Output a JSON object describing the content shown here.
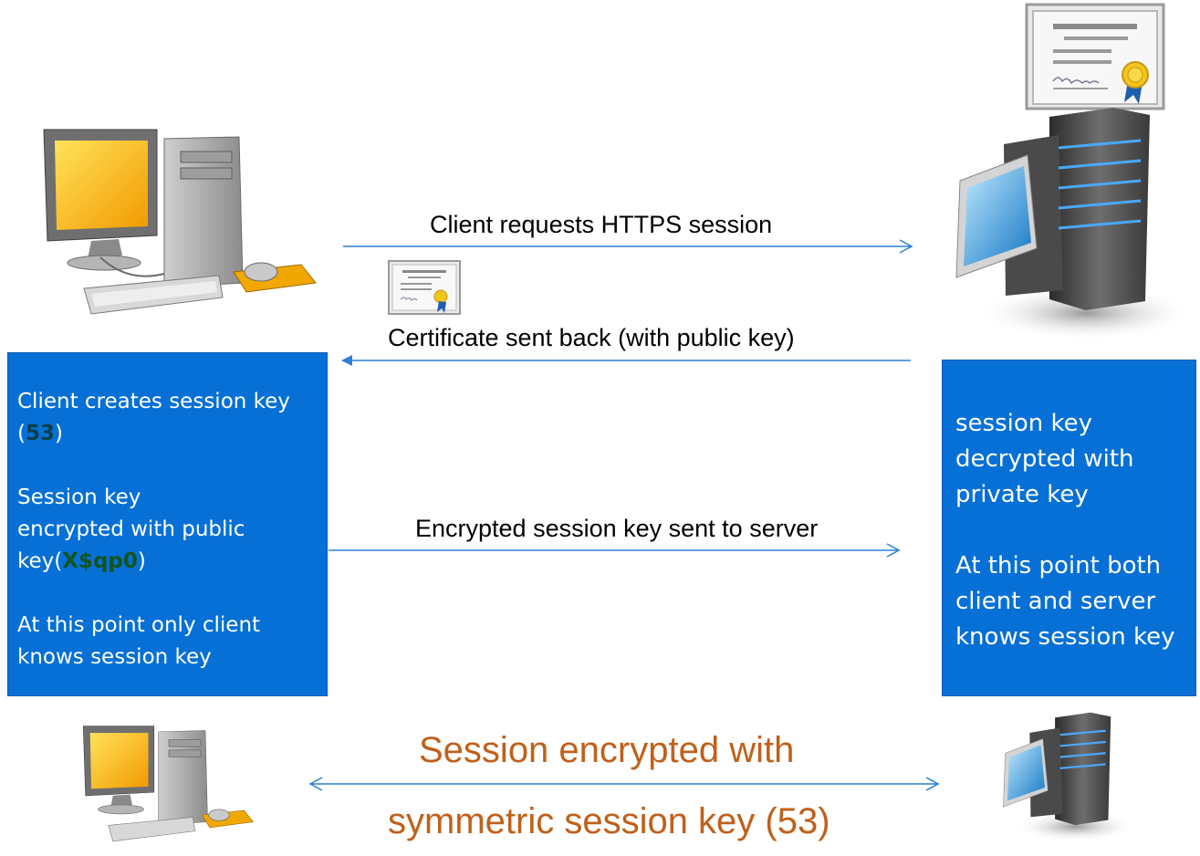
{
  "arrows": {
    "request": "Client requests HTTPS session",
    "certificate": "Certificate sent back (with public key)",
    "encrypted_key": "Encrypted session key sent to server"
  },
  "client_box": {
    "line1": "Client creates session key",
    "key_open": "(",
    "key_value": "53",
    "key_close": ")",
    "line2": "Session key",
    "line3": "encrypted with public",
    "line4_prefix": "key(",
    "encrypted_value": "X$qp0",
    "line4_suffix": ")",
    "line5": "At this point only client",
    "line6": "knows session key"
  },
  "server_box": {
    "line1": "session key",
    "line2": "decrypted with",
    "line3": "private key",
    "line4": "At this point both",
    "line5": "client and server",
    "line6": "knows session key"
  },
  "session": {
    "line1": "Session  encrypted with",
    "line2": "symmetric session key (53)"
  },
  "colors": {
    "box_blue": "#0670d6",
    "arrow_blue": "#2a7fd4",
    "session_orange": "#c0601a",
    "session_key_color": "#0b3f4a",
    "encrypted_key_color": "#13531e"
  }
}
